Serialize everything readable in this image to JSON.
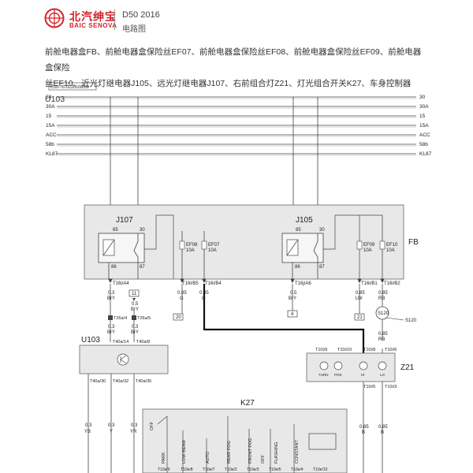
{
  "header": {
    "brand_cn": "北汽绅宝",
    "brand_en": "BAIC SENOVA",
    "model": "D50 2016",
    "subtitle": "电路图"
  },
  "description_lines": [
    "前舱电器盒FB、前舱电器盒保险丝EF07、前舱电器盒保险丝EF08、前舱电器盒保险丝EF09、前舱电器盒保险",
    "丝EF10、近光灯继电器J105、远光灯继电器J107、右前组合灯Z21、灯光组合开关K27、车身控制器U103"
  ],
  "diagram": {
    "drawing_code": "C50-76-02201083G",
    "bus_labels": [
      "30",
      "30A",
      "15",
      "15A",
      "ACC",
      "58b",
      "KL87"
    ],
    "fb_label": "FB",
    "j107": {
      "label": "J107",
      "pins": [
        "85",
        "30",
        "86",
        "87"
      ]
    },
    "j105": {
      "label": "J105",
      "pins": [
        "85",
        "30",
        "86",
        "87"
      ]
    },
    "fuses": [
      {
        "name": "EF08",
        "rating": "10A"
      },
      {
        "name": "EF07",
        "rating": "10A"
      },
      {
        "name": "EF09",
        "rating": "10A"
      },
      {
        "name": "EF10",
        "rating": "10A"
      }
    ],
    "fb_connectors": [
      "T16i/A4",
      "T16i/B5",
      "T16i/B4",
      "T16j/A6",
      "T16i/B1",
      "T16i/B2"
    ],
    "wires": [
      {
        "gauge": "0.3",
        "color": "BrY"
      },
      {
        "gauge": "0.5",
        "color": "BrY"
      },
      {
        "gauge": "0.85",
        "color": "G"
      },
      {
        "gauge": "0.85",
        "color": "G"
      },
      {
        "gauge": "0.5",
        "color": "BrY"
      },
      {
        "gauge": "0.85",
        "color": "LW"
      },
      {
        "gauge": "0.85",
        "color": "RB"
      },
      {
        "gauge": "0.3",
        "color": "BrY"
      },
      {
        "gauge": "0.3",
        "color": "BrY"
      },
      {
        "gauge": "0.85",
        "color": "RB"
      }
    ],
    "page_refs": [
      "11",
      "20",
      "4",
      "21"
    ],
    "splice": {
      "label": "S120",
      "ref": "S120"
    },
    "inline_connectors": [
      "T26a/4",
      "T26a/5",
      "T40a/14",
      "T40a/8"
    ],
    "u103": {
      "label": "U103"
    },
    "u103_out_connectors": [
      "T40a/30",
      "T40a/32",
      "T40a/35"
    ],
    "u103_out_wires": [
      {
        "gauge": "0.3",
        "color": "YB"
      },
      {
        "gauge": "0.3",
        "color": "Y"
      },
      {
        "gauge": "0.3",
        "color": "YR"
      }
    ],
    "z21": {
      "label": "Z21",
      "top_connectors": [
        "T10i/9",
        "T10i/10",
        "T10i/8",
        "T10i/6"
      ],
      "bottom_connectors": [
        "T10i/5",
        "T10i/3"
      ],
      "lamps": [
        "TURN",
        "POS",
        "HI",
        "LO"
      ]
    },
    "z21_out_wires": [
      {
        "gauge": "0.85",
        "color": "B"
      },
      {
        "gauge": "0.85",
        "color": "B"
      }
    ],
    "k27": {
      "label": "K27",
      "positions": [
        "OFF",
        "PARK",
        "LOW BEAM",
        "AUTO",
        "REAR FOG",
        "FRONT FOG",
        "OFF",
        "FLASHING",
        "CONSTANT"
      ],
      "connectors": [
        "T10e/9",
        "T10e/8",
        "T10e/7",
        "T10e/2",
        "T10e/3",
        "T10e/5",
        "T10e/4",
        "T10e/10"
      ]
    }
  }
}
